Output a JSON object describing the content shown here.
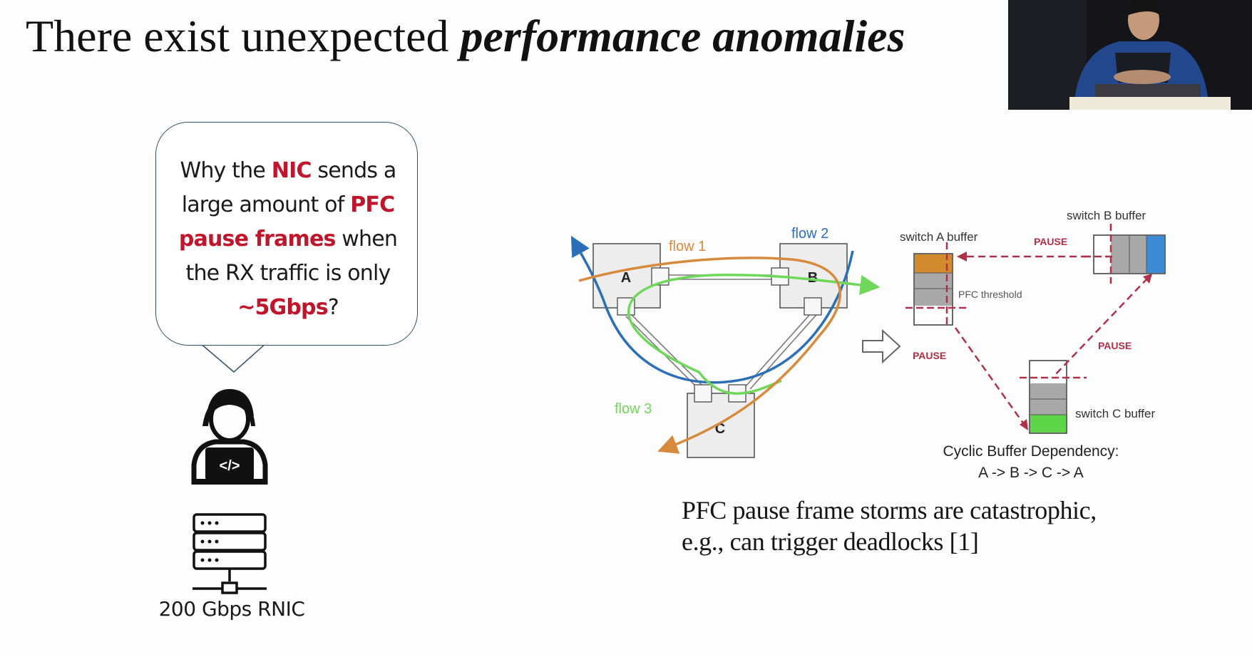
{
  "slide": {
    "title_prefix": "There exist unexpected ",
    "title_emphasis": "performance anomalies"
  },
  "bubble": {
    "parts": [
      {
        "t": "Why the ",
        "red": false
      },
      {
        "t": "NIC",
        "red": true
      },
      {
        "t": " sends a large amount of ",
        "red": false
      },
      {
        "t": "PFC pause frames",
        "red": true
      },
      {
        "t": " when the RX traffic is only ",
        "red": false
      },
      {
        "t": "~5Gbps",
        "red": true
      },
      {
        "t": "?",
        "red": false
      }
    ]
  },
  "nic_label": "200 Gbps RNIC",
  "diagram": {
    "switch_a": "A",
    "switch_b": "B",
    "switch_c": "C",
    "flow1": "flow 1",
    "flow2": "flow 2",
    "flow3": "flow 3",
    "flow1_color": "#d88a3c",
    "flow2_color": "#2a6fb8",
    "flow3_color": "#6fd85a"
  },
  "buffer_diagram": {
    "switch_a_buffer": "switch A buffer",
    "switch_b_buffer": "switch B buffer",
    "switch_c_buffer": "switch C buffer",
    "pfc_threshold": "PFC threshold",
    "pause_label": "PAUSE",
    "cyclic_title": "Cyclic Buffer Dependency:",
    "cyclic_path": "A -> B -> C -> A",
    "pause_color": "#b03048"
  },
  "caption": {
    "line1": "PFC pause frame storms are catastrophic,",
    "line2": "e.g., can trigger deadlocks [1]"
  }
}
